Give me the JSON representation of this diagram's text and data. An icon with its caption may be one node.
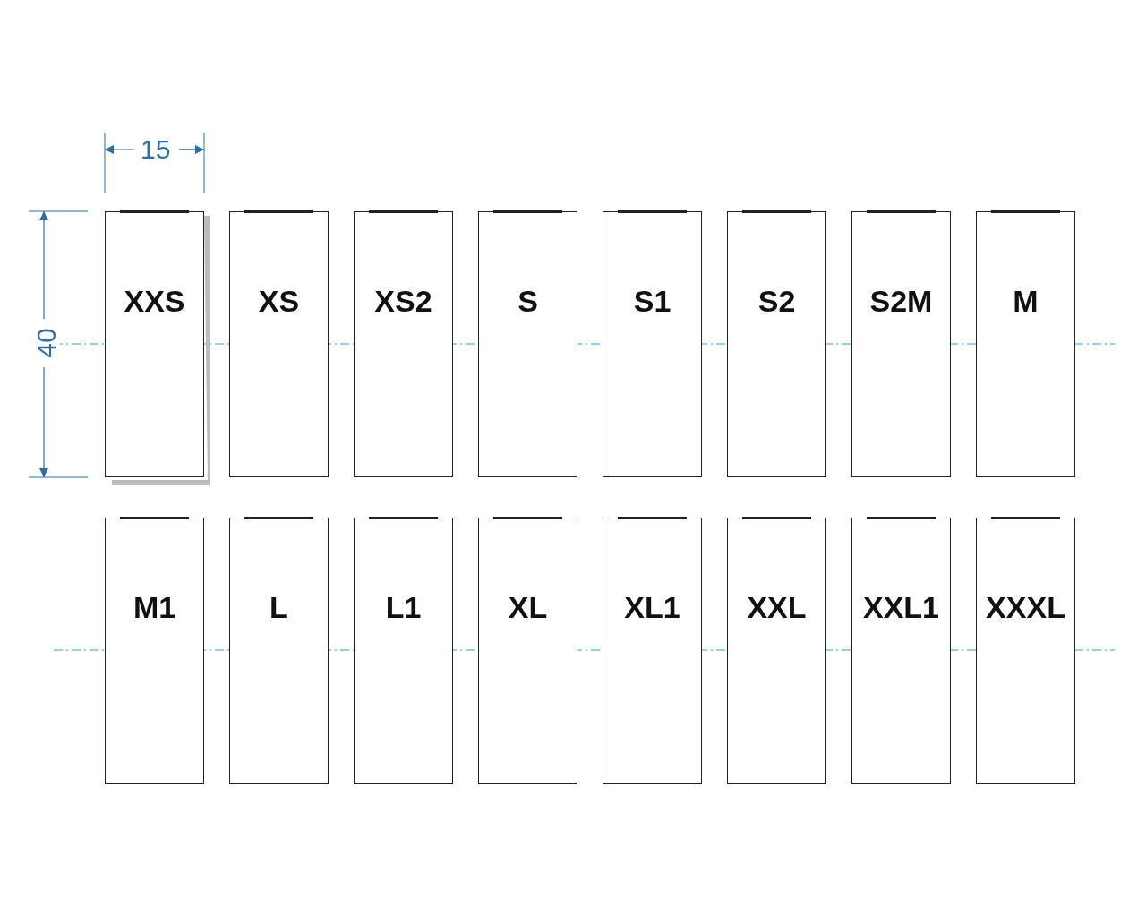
{
  "diagram": {
    "nodes": [
      {
        "text": [
          "XXS"
        ]
      },
      {
        "text": [
          "XS"
        ]
      },
      {
        "text": [
          "XS2"
        ]
      },
      {
        "text": [
          "S"
        ]
      },
      {
        "text": [
          "S1"
        ]
      },
      {
        "text": [
          "S2"
        ]
      },
      {
        "text": [
          "S2M"
        ]
      },
      {
        "text": [
          "M"
        ]
      },
      {
        "text": [
          "M1"
        ]
      },
      {
        "text": [
          "L"
        ]
      },
      {
        "text": [
          "L1"
        ]
      },
      {
        "text": [
          "XL"
        ]
      },
      {
        "text": [
          "XL1"
        ]
      },
      {
        "text": [
          "XXL"
        ]
      },
      {
        "text": [
          "XXL1"
        ]
      },
      {
        "text": [
          "XXXL"
        ]
      }
    ],
    "labels": [
      "15",
      "40"
    ]
  }
}
